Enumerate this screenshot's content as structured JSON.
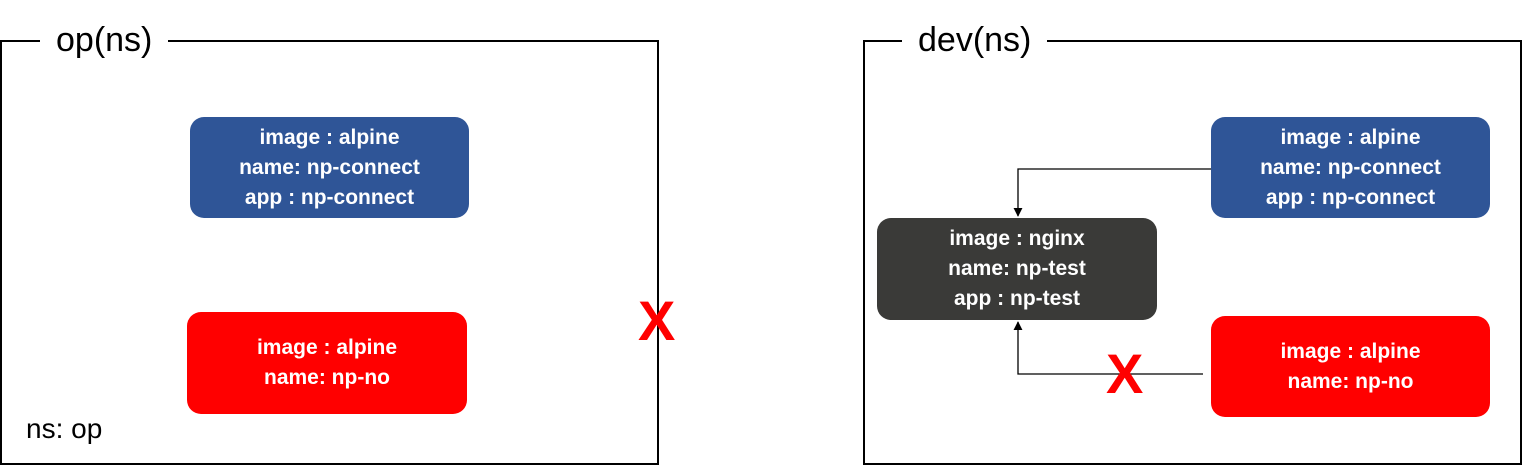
{
  "namespaces": [
    {
      "title": "op(ns)",
      "caption": "ns: op",
      "pods": [
        {
          "lines": [
            "image : alpine",
            "name: np-connect",
            "app : np-connect"
          ],
          "color": "#2f5597"
        },
        {
          "lines": [
            "image : alpine",
            "name: np-no"
          ],
          "color": "#ff0000"
        }
      ],
      "blocked_mark": "X"
    },
    {
      "title": "dev(ns)",
      "pods": [
        {
          "lines": [
            "image : nginx",
            "name: np-test",
            "app : np-test"
          ],
          "color": "#3a3a38"
        },
        {
          "lines": [
            "image : alpine",
            "name: np-connect",
            "app : np-connect"
          ],
          "color": "#2f5597"
        },
        {
          "lines": [
            "image : alpine",
            "name: np-no"
          ],
          "color": "#ff0000"
        }
      ],
      "blocked_mark": "X"
    }
  ]
}
